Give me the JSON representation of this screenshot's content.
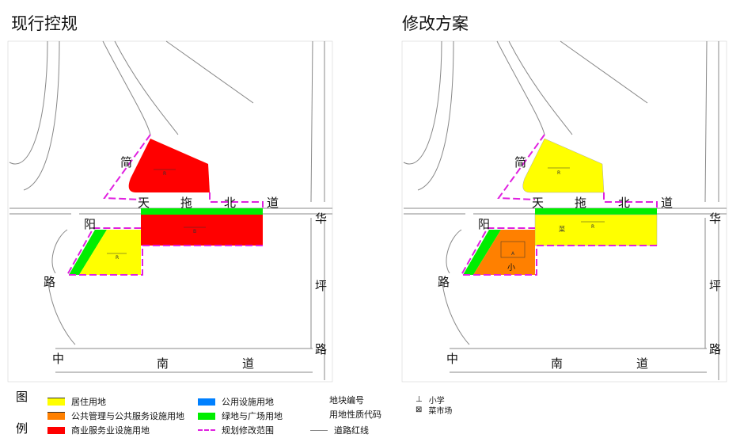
{
  "panels": {
    "current": {
      "title": "现行控规"
    },
    "revised": {
      "title": "修改方案"
    }
  },
  "road_labels": {
    "jian": "简",
    "tian": "天",
    "tuo": "拖",
    "bei": "北",
    "dao": "道",
    "yang": "阳",
    "lu": "路",
    "hua": "华",
    "ping": "坪",
    "lu2": "路",
    "zhong": "中",
    "nan": "南",
    "dao2": "道"
  },
  "parcels": {
    "current": {
      "north": {
        "code": "R",
        "fill": "#ff0000"
      },
      "south": {
        "code": "B",
        "fill": "#ff0000"
      },
      "west": {
        "code": "R",
        "fill": "#ffff00"
      }
    },
    "revised": {
      "north": {
        "code": "R",
        "fill": "#ffff00"
      },
      "south": {
        "code": "R",
        "fill": "#ffff00",
        "facility": "菜"
      },
      "west": {
        "code": "A",
        "fill": "#ff8000",
        "facility": "小"
      }
    }
  },
  "colors": {
    "green": "#00ee00",
    "boundary": "#e020e0",
    "road": "#888888"
  },
  "legend": {
    "title_1": "图",
    "title_2": "例",
    "items": [
      {
        "label": "居住用地",
        "color": "#ffff00"
      },
      {
        "label": "公共管理与公共服务设施用地",
        "color": "#ff8000"
      },
      {
        "label": "商业服务业设施用地",
        "color": "#ff0000"
      },
      {
        "label": "公用设施用地",
        "color": "#0080ff"
      },
      {
        "label": "绿地与广场用地",
        "color": "#00ee00"
      },
      {
        "label": "规划修改范围"
      },
      {
        "label": "地块编号"
      },
      {
        "label": "用地性质代码"
      },
      {
        "label": "道路红线"
      }
    ],
    "symbols": [
      {
        "glyph": "⊥",
        "label": "小学"
      },
      {
        "glyph": "⊠",
        "label": "菜市场"
      }
    ]
  }
}
